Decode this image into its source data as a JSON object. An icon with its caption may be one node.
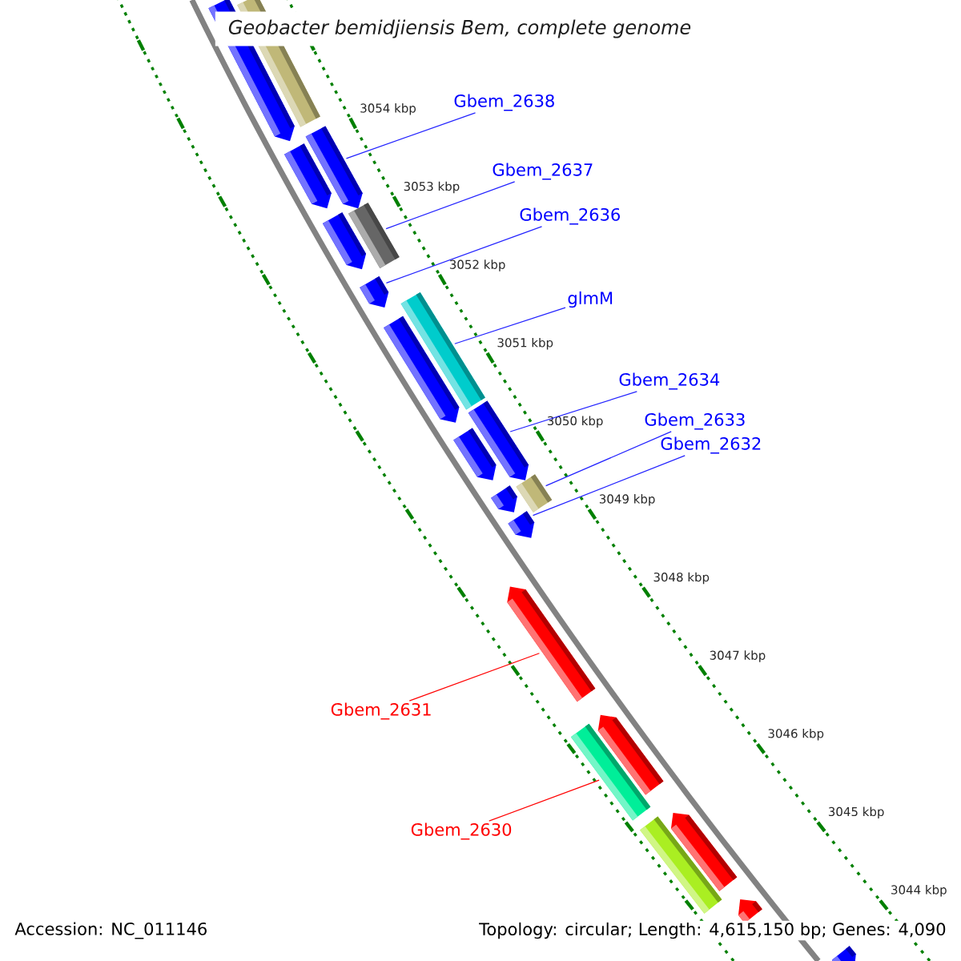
{
  "diagram": {
    "title": "Geobacter bemidjiensis Bem, complete genome",
    "nodes": [
      {
        "text": [
          "Gbem_2638"
        ]
      },
      {
        "text": [
          "Gbem_2637"
        ]
      },
      {
        "text": [
          "Gbem_2636"
        ]
      },
      {
        "text": [
          "glmM"
        ]
      },
      {
        "text": [
          "Gbem_2634"
        ]
      },
      {
        "text": [
          "Gbem_2633"
        ]
      },
      {
        "text": [
          "Gbem_2632"
        ]
      },
      {
        "text": [
          "Gbem_2631"
        ]
      },
      {
        "text": [
          "Gbem_2630"
        ]
      },
      {
        "text": [],
        "shape": "pentagon"
      },
      {
        "text": [],
        "shape": "bar"
      },
      {
        "text": [],
        "shape": "pentagon"
      },
      {
        "text": [],
        "shape": "pentagon"
      },
      {
        "text": [],
        "shape": "bar"
      },
      {
        "text": [],
        "shape": "pentagon"
      },
      {
        "text": [],
        "shape": "pentagon"
      },
      {
        "text": [],
        "shape": "bar"
      },
      {
        "text": [],
        "shape": "pentagon"
      },
      {
        "text": [],
        "shape": "pentagon"
      },
      {
        "text": [],
        "shape": "pentagon"
      },
      {
        "text": [],
        "shape": "bar"
      },
      {
        "text": [],
        "shape": "pentagon"
      },
      {
        "text": [],
        "shape": "pentagon"
      },
      {
        "text": [],
        "shape": "pentagon"
      },
      {
        "text": [],
        "shape": "pentagon"
      },
      {
        "text": [],
        "shape": "bar"
      },
      {
        "text": [],
        "shape": "pentagon"
      },
      {
        "text": [],
        "shape": "bar"
      },
      {
        "text": [],
        "shape": "pentagon"
      },
      {
        "text": [],
        "shape": "pentagon"
      }
    ],
    "edges": [
      {
        "from": 0,
        "to": 11,
        "arrow": "none"
      },
      {
        "from": 1,
        "to": 13,
        "arrow": "none"
      },
      {
        "from": 2,
        "to": 15,
        "arrow": "none"
      },
      {
        "from": 3,
        "to": 16,
        "arrow": "none"
      },
      {
        "from": 4,
        "to": 18,
        "arrow": "none"
      },
      {
        "from": 5,
        "to": 20,
        "arrow": "none"
      },
      {
        "from": 6,
        "to": 22,
        "arrow": "none"
      },
      {
        "from": 7,
        "to": 23,
        "arrow": "none",
        "color": "#ff0000"
      },
      {
        "from": 8,
        "to": 25,
        "arrow": "none",
        "color": "#ff0000"
      }
    ],
    "labels": [
      "3054 kbp",
      "3053 kbp",
      "3052 kbp",
      "3051 kbp",
      "3050 kbp",
      "3049 kbp",
      "3048 kbp",
      "3047 kbp",
      "3046 kbp",
      "3045 kbp",
      "3044 kbp",
      "Accession: NC_011146",
      "Topology: circular; Length: 4,615,150 bp; Genes: 4,090"
    ]
  }
}
